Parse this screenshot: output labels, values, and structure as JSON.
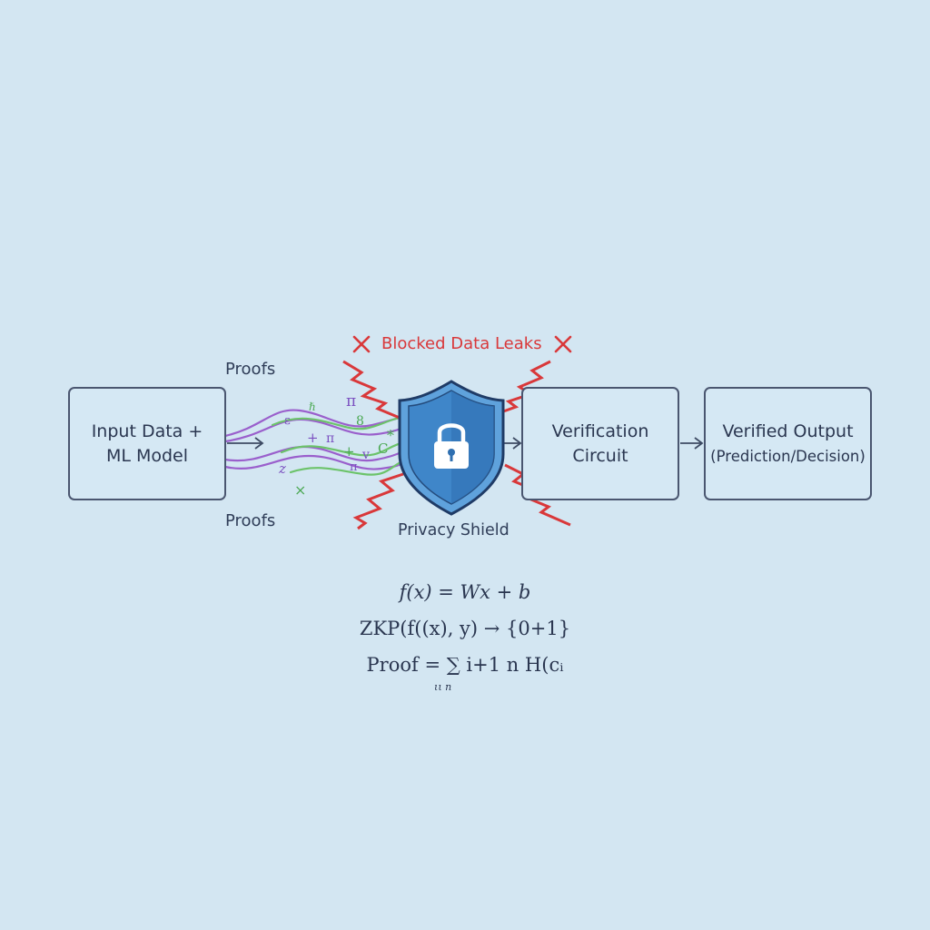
{
  "input_box": {
    "line1": "Input Data +",
    "line2": "ML Model"
  },
  "proofs_top": "Proofs",
  "proofs_bottom": "Proofs",
  "blocked_label": "Blocked Data Leaks",
  "shield_label": "Privacy Shield",
  "verification_box": {
    "line1": "Verification",
    "line2": "Circuit"
  },
  "output_box": {
    "line1": "Verified Output",
    "line2": "(Prediction/Decision)"
  },
  "flow_symbols": [
    "π",
    "ε",
    "ℏ",
    "8",
    "+",
    "π",
    "*",
    "+",
    "v",
    "C",
    "z",
    "π",
    "×"
  ],
  "formulas": {
    "f1": "f(x) = Wx + b",
    "f2": "ZKP(f((x), y) → {0+1}",
    "f3": "Proof = ∑ i+1  n  H(cᵢ",
    "f3_sub": "ιι n"
  },
  "colors": {
    "background": "#d3e6f2",
    "box_border": "#4a5670",
    "leak_red": "#d9383a",
    "shield_blue": "#3f86c9",
    "stream_purple": "#9a5fcc",
    "stream_green": "#6cc36a"
  },
  "icons": [
    "lock-icon",
    "shield-icon",
    "cross-icon",
    "lightning-icon",
    "arrow-icon"
  ]
}
